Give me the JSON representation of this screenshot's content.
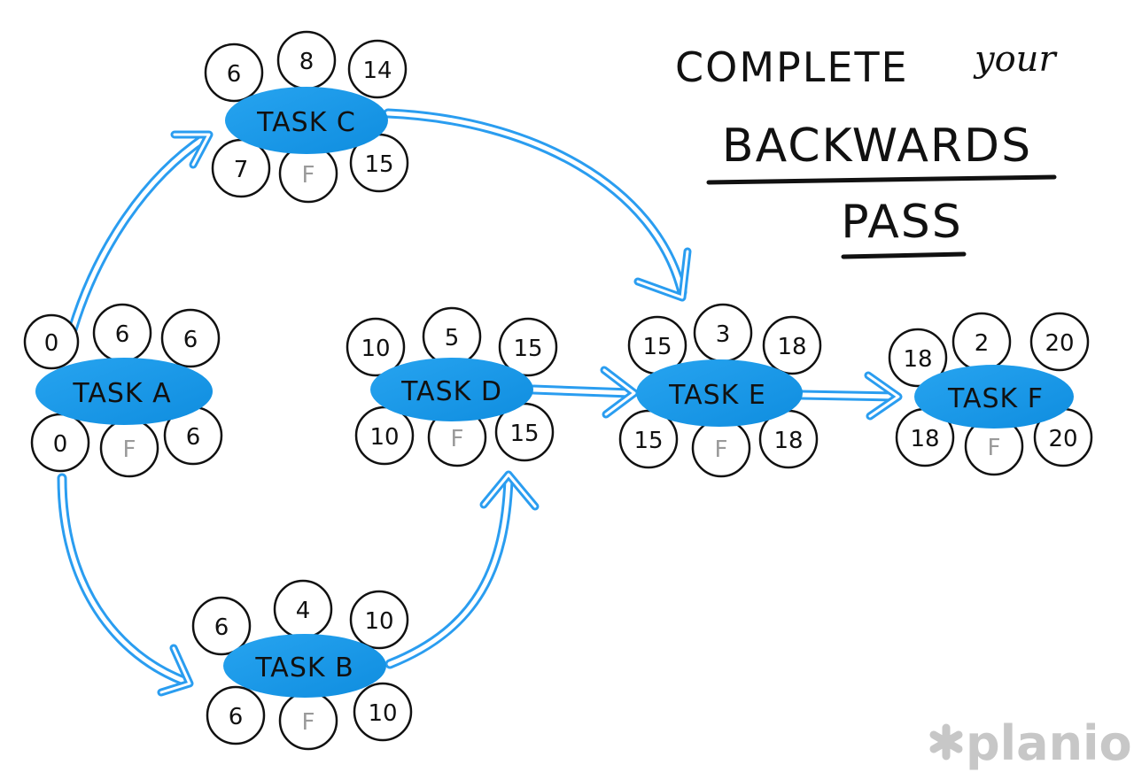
{
  "title": {
    "line1": "COMPLETE",
    "line1_small": "your",
    "line2": "BACKWARDS",
    "line3": "PASS"
  },
  "brand": {
    "name": "planio",
    "icon": "asterisk-icon"
  },
  "colors": {
    "accent": "#1e9be8",
    "arrow": "#2a9df0",
    "stroke": "#111111",
    "float": "#9a9a9a"
  },
  "tasks": [
    {
      "label": "TASK A",
      "es": "0",
      "dur": "6",
      "ef": "6",
      "ls": "0",
      "float": "F",
      "lf": "6"
    },
    {
      "label": "TASK B",
      "es": "6",
      "dur": "4",
      "ef": "10",
      "ls": "6",
      "float": "F",
      "lf": "10"
    },
    {
      "label": "TASK C",
      "es": "6",
      "dur": "8",
      "ef": "14",
      "ls": "7",
      "float": "F",
      "lf": "15"
    },
    {
      "label": "TASK D",
      "es": "10",
      "dur": "5",
      "ef": "15",
      "ls": "10",
      "float": "F",
      "lf": "15"
    },
    {
      "label": "TASK E",
      "es": "15",
      "dur": "3",
      "ef": "18",
      "ls": "15",
      "float": "F",
      "lf": "18"
    },
    {
      "label": "TASK F",
      "es": "18",
      "dur": "2",
      "ef": "20",
      "ls": "18",
      "float": "F",
      "lf": "20"
    }
  ]
}
